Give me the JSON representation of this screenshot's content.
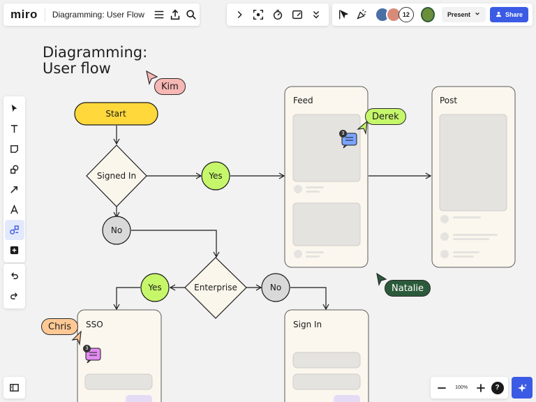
{
  "header": {
    "logo": "miro",
    "board_title": "Diagramming: User Flow"
  },
  "collab": {
    "extra_count": "12",
    "present_label": "Present",
    "share_label": "Share"
  },
  "canvas": {
    "heading_line1": "Diagramming:",
    "heading_line2": "User flow",
    "nodes": {
      "start": "Start",
      "signed_in": "Signed In",
      "yes_top": "Yes",
      "no_mid": "No",
      "enterprise": "Enterprise",
      "yes_left": "Yes",
      "no_right": "No"
    },
    "screens": {
      "feed": "Feed",
      "post": "Post",
      "sso": "SSO",
      "sign_in": "Sign In"
    },
    "cursors": {
      "kim": "Kim",
      "derek": "Derek",
      "natalie": "Natalie",
      "chris": "Chris"
    },
    "comment_counts": {
      "feed": "3",
      "sso": "3"
    }
  },
  "zoom": {
    "level": "100%",
    "help": "?"
  },
  "colors": {
    "accent": "#3b5be5",
    "start": "#ffd83b",
    "yes": "#c6f76a",
    "no": "#d9d9d9",
    "diamond": "#fbf6ec",
    "screen": "#fbf7ee",
    "kim": "#f7b7b4",
    "derek": "#c6f76a",
    "natalie": "#2b5a3a",
    "chris": "#ffc894"
  }
}
